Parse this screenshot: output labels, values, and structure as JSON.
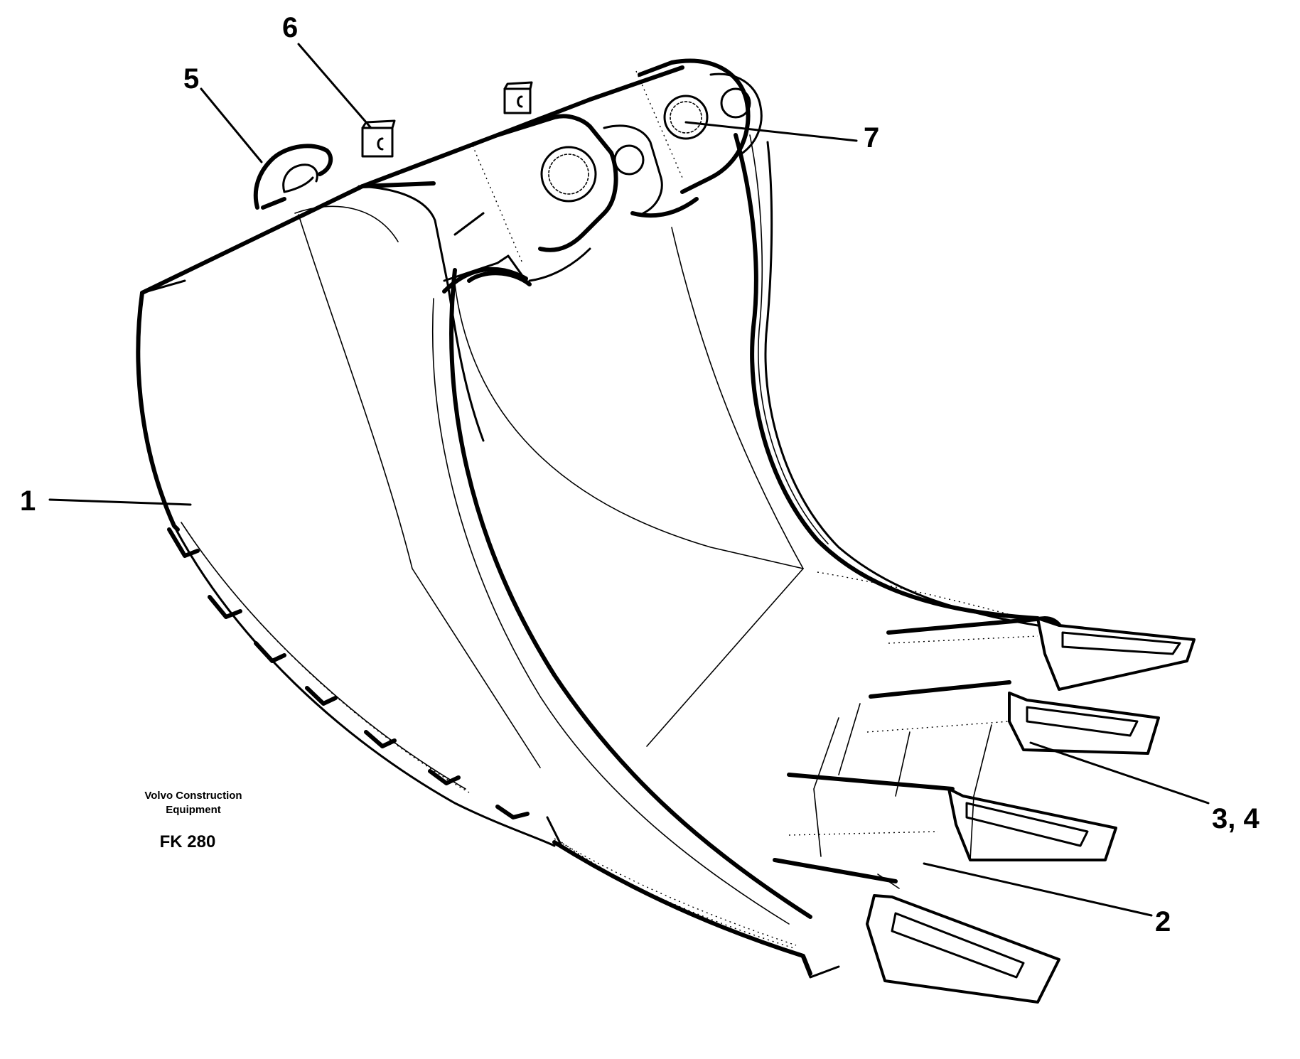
{
  "figure": {
    "credit_line_1": "Volvo Construction",
    "credit_line_2": "Equipment",
    "code": "FK 280"
  },
  "callouts": [
    {
      "id": "1",
      "label": "1",
      "part": "bucket shell"
    },
    {
      "id": "2",
      "label": "2",
      "part": "tooth adapter"
    },
    {
      "id": "3-4",
      "label": "3, 4",
      "part": "tooth and pin"
    },
    {
      "id": "5",
      "label": "5",
      "part": "lifting hook"
    },
    {
      "id": "6",
      "label": "6",
      "part": "grease nipple"
    },
    {
      "id": "7",
      "label": "7",
      "part": "bushing"
    }
  ],
  "colors": {
    "ink": "#000000",
    "paper": "#ffffff"
  }
}
